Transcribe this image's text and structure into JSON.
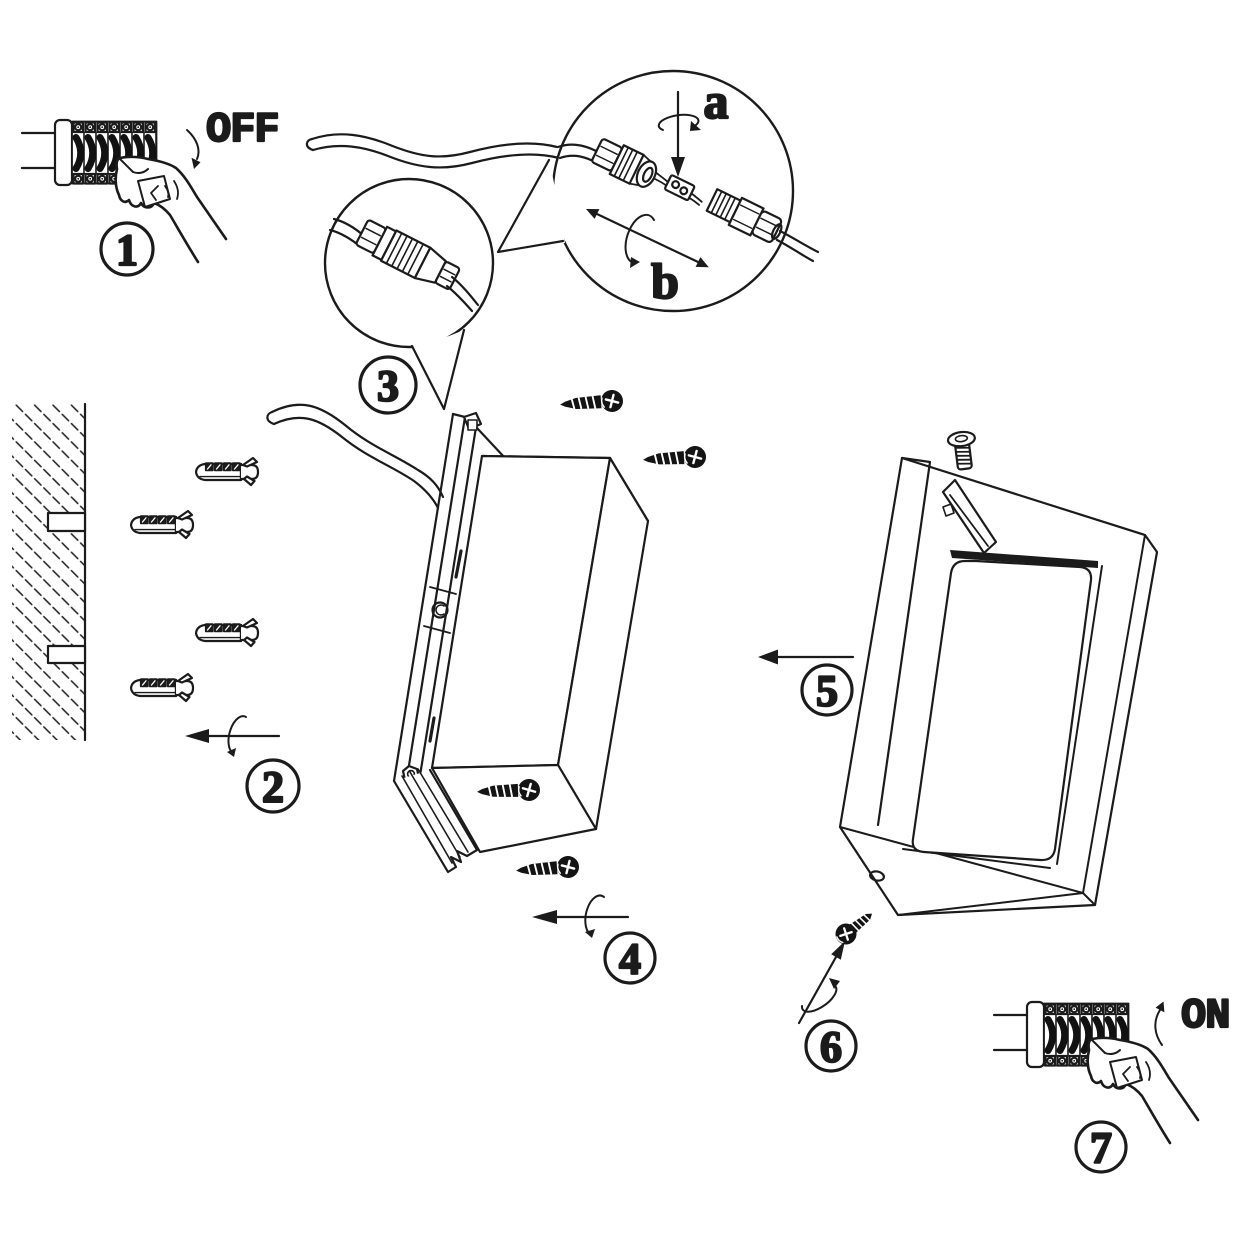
{
  "diagram": {
    "background": "#ffffff",
    "ink": "#1b1b1b",
    "labels": {
      "power_off": "OFF",
      "power_on": "ON",
      "rotation_a": "a",
      "rotation_b": "b"
    },
    "steps": [
      {
        "number": "1",
        "icon": "circuit-breaker-hand-switch-off"
      },
      {
        "number": "2",
        "icon": "wall-plugs-into-drilled-wall"
      },
      {
        "number": "3",
        "icon": "waterproof-inline-cable-connector"
      },
      {
        "number": "4",
        "icon": "screw-back-box-to-wall"
      },
      {
        "number": "5",
        "icon": "hook-front-frame-onto-box"
      },
      {
        "number": "6",
        "icon": "tighten-bottom-locking-screw"
      },
      {
        "number": "7",
        "icon": "circuit-breaker-hand-switch-on"
      }
    ]
  }
}
